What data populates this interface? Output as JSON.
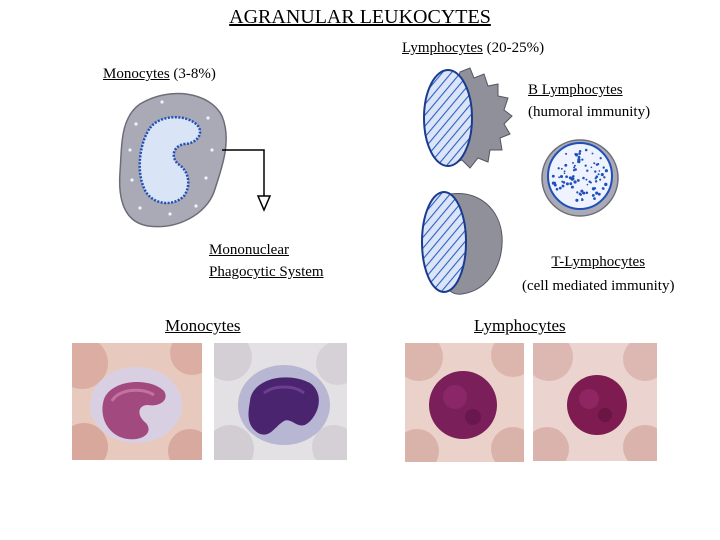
{
  "title": "AGRANULAR LEUKOCYTES",
  "lymphocytes_heading": {
    "name": "Lymphocytes",
    "range": " (20-25%)"
  },
  "monocytes_heading": {
    "name": "Monocytes",
    "range": " (3-8%)"
  },
  "b_lymphocytes": {
    "name": "B Lymphocytes",
    "role": "(humoral immunity)"
  },
  "t_lymphocytes": {
    "name": "T-Lymphocytes",
    "role": "(cell mediated immunity)"
  },
  "mononuclear_system": {
    "line1": "Mononuclear",
    "line2": "Phagocytic System"
  },
  "captions": {
    "monocytes": "Monocytes",
    "lymphocytes": "Lymphocytes"
  },
  "colors": {
    "cytoplasm": "#a9aab5",
    "nucleus_fill": "#d9e4f6",
    "nucleus_stroke": "#1f4fb8",
    "stain_purple": "#7a1f5a",
    "stain_dark": "#4a1258",
    "background_pink": "#e9c9c4"
  }
}
